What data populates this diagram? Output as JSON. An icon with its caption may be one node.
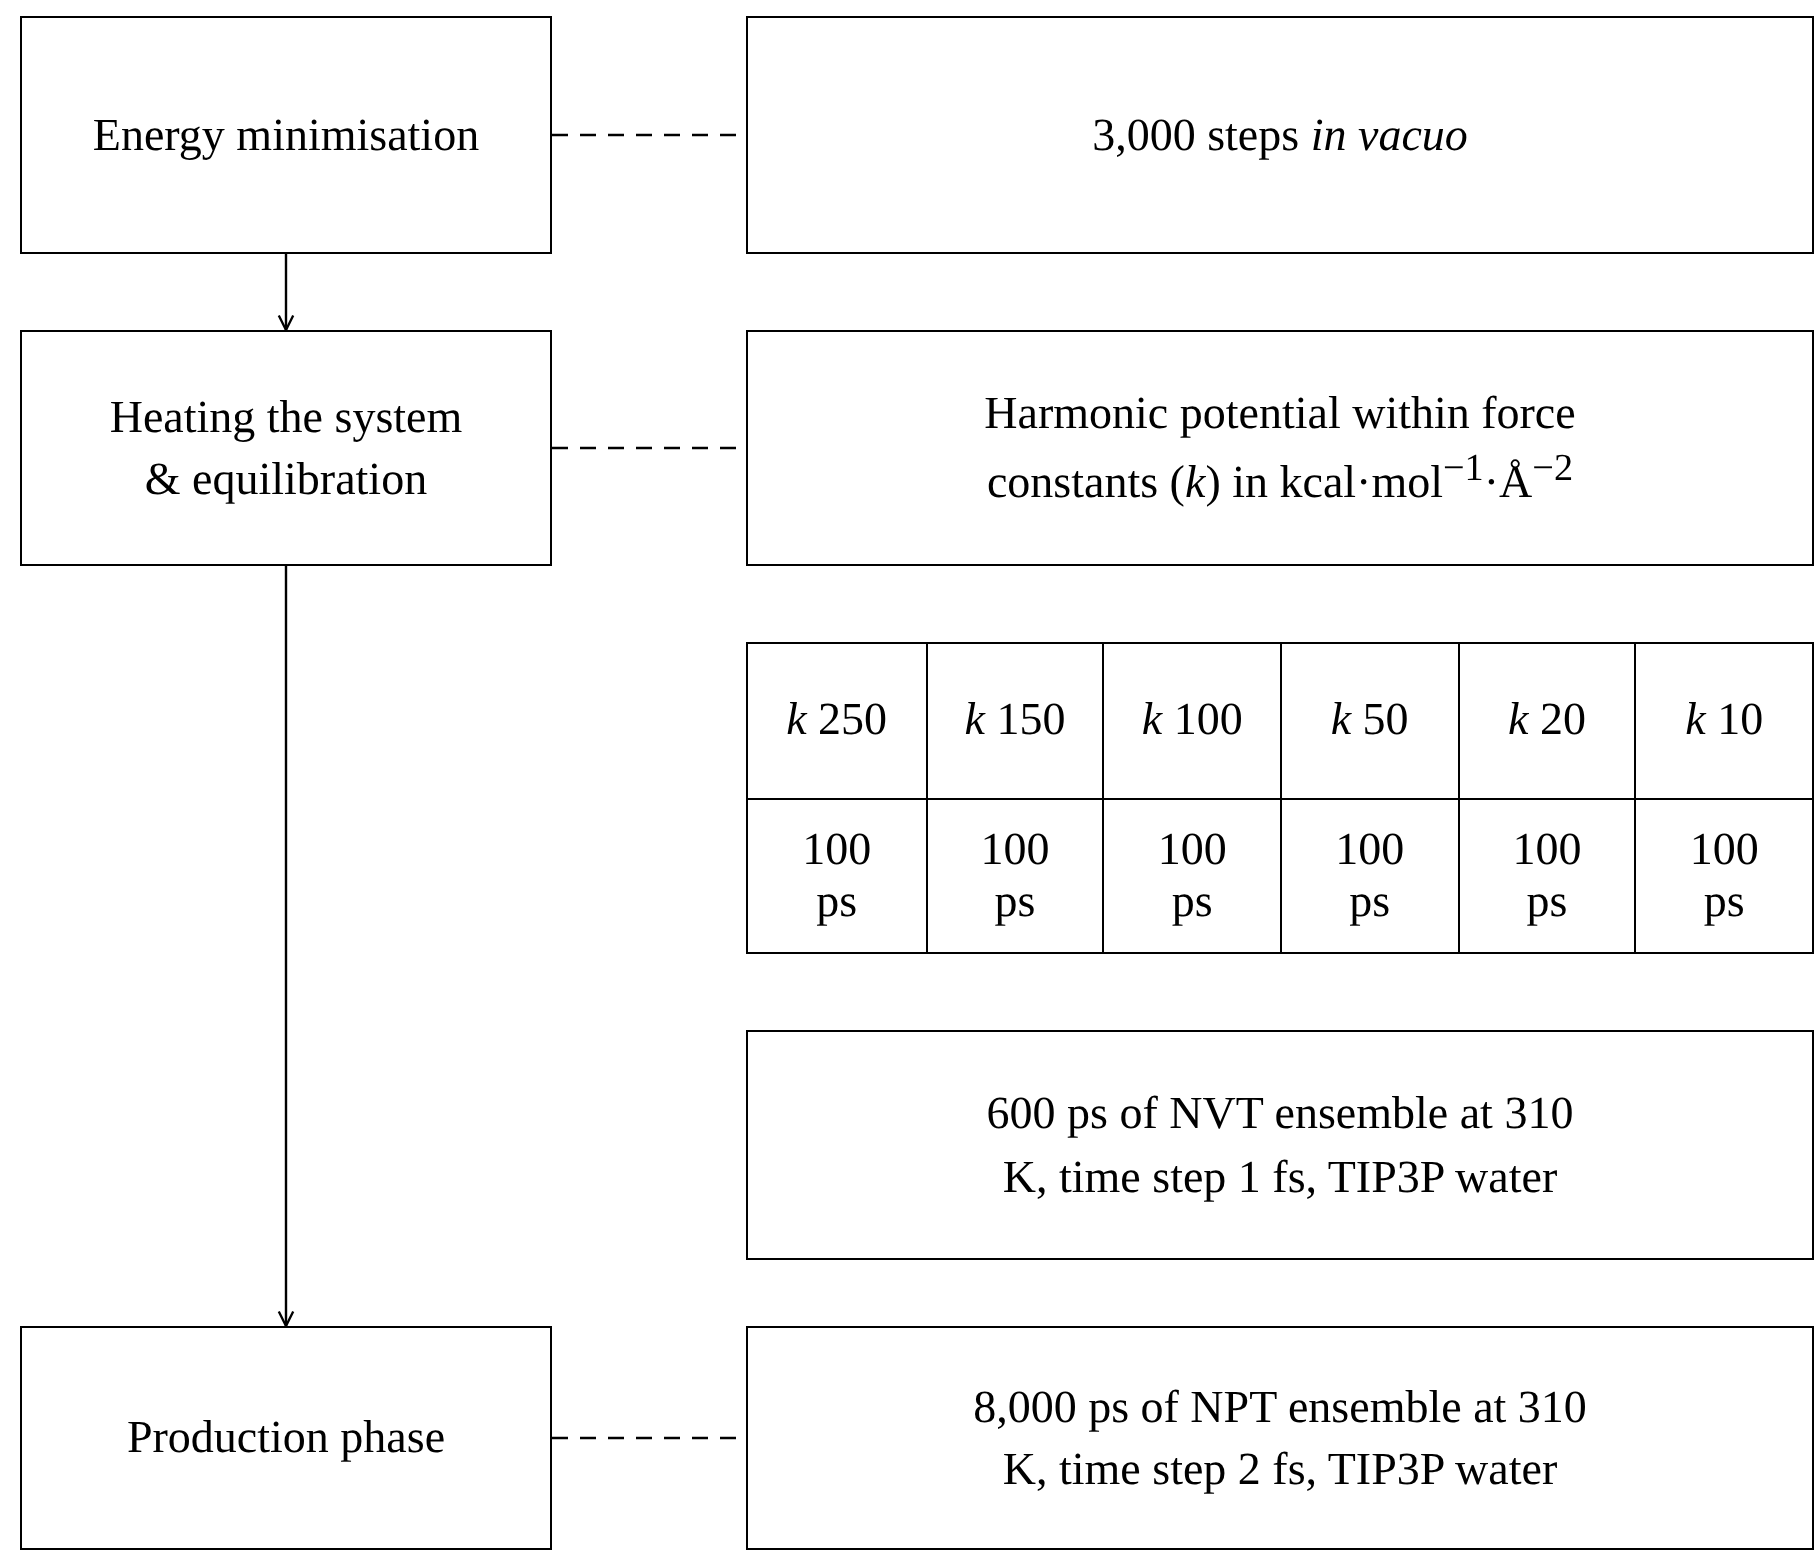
{
  "diagram": {
    "nodes": [
      {
        "text": [
          "Energy minimisation"
        ]
      },
      {
        "text": [
          "3,000 steps *in vacuo*"
        ]
      },
      {
        "text": [
          "Heating the system & equilibration"
        ]
      },
      {
        "text": [
          "Harmonic potential within force constants (*k*) in kcal·mol$^{−1}$·Å$^{−2}$"
        ]
      },
      {
        "text": [
          "600 ps of NVT ensemble at 310 K, time step 1 fs, TIP3P water"
        ]
      },
      {
        "text": [
          "Production phase"
        ]
      },
      {
        "text": [
          "8,000 ps of NPT ensemble at 310 K, time step 2 fs, TIP3P water"
        ]
      }
    ],
    "edges": [
      {
        "from": 0,
        "to": 1,
        "arrow": "none",
        "style": "dashed"
      },
      {
        "from": 0,
        "to": 2,
        "arrow": "to"
      },
      {
        "from": 2,
        "to": 3,
        "arrow": "none",
        "style": "dashed"
      },
      {
        "from": 2,
        "to": 5,
        "arrow": "to"
      },
      {
        "from": 5,
        "to": 6,
        "arrow": "none",
        "style": "dashed"
      }
    ],
    "labels": [
      "*k* 250",
      "*k* 150",
      "*k* 100",
      "*k* 50",
      "*k* 20",
      "*k* 10",
      "100 ps",
      "100 ps",
      "100 ps",
      "100 ps",
      "100 ps",
      "100 ps"
    ]
  }
}
